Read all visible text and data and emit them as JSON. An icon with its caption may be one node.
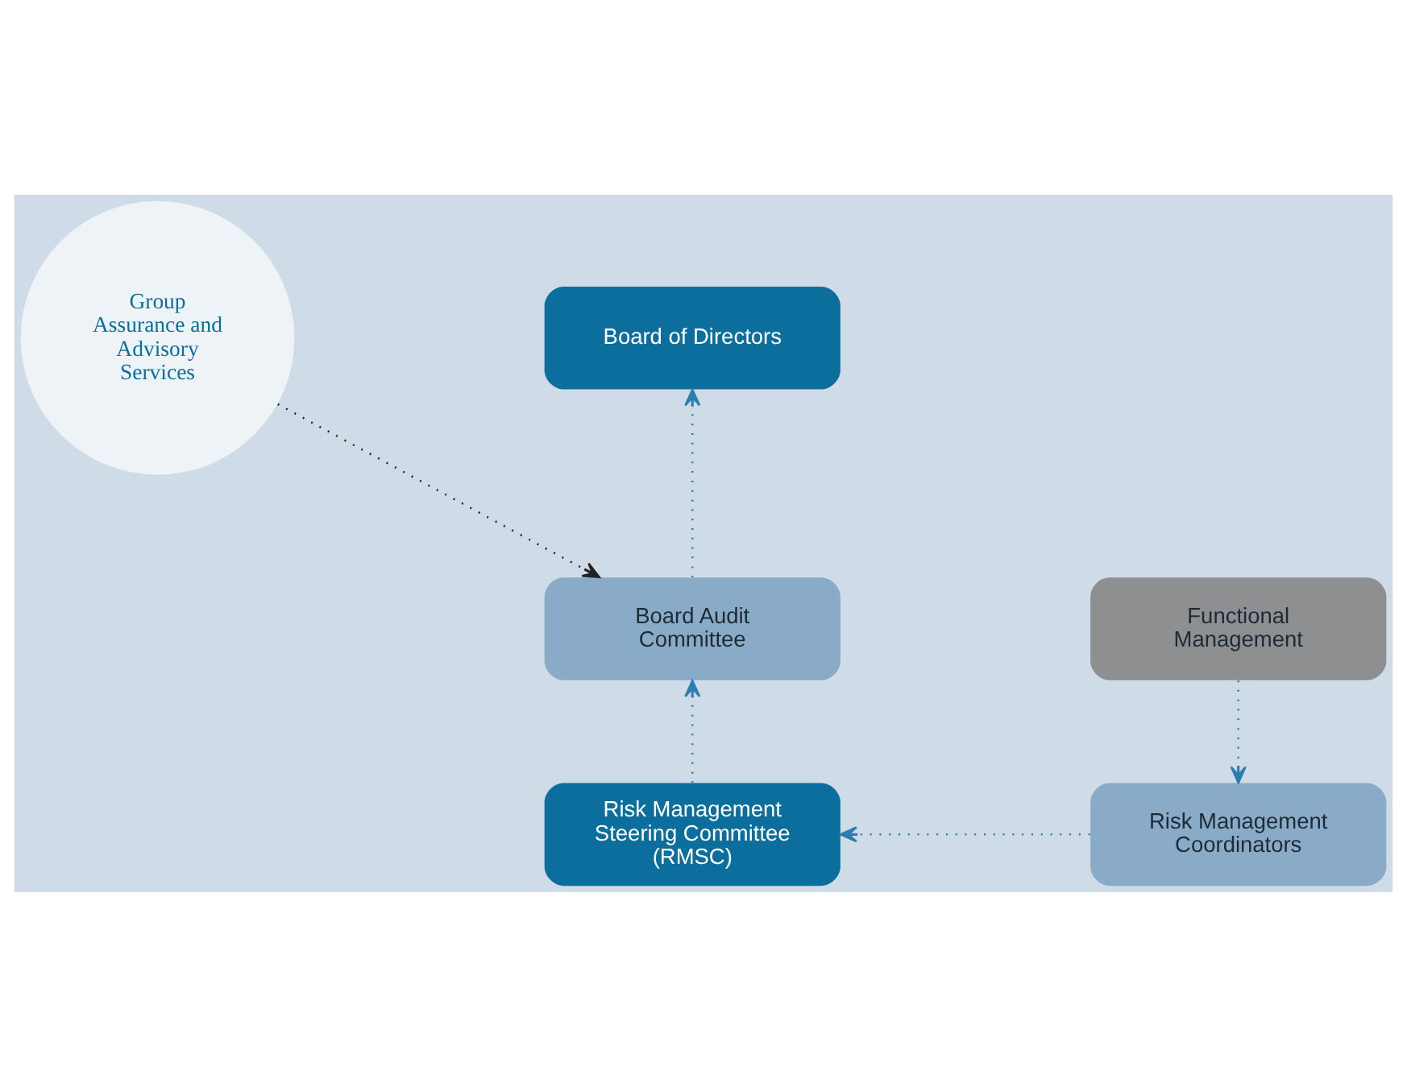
{
  "diagram": {
    "nodes": [
      {
        "text": [
          "Board of Directors"
        ]
      },
      {
        "text": [
          "Group Assurance and Advisory Services"
        ]
      },
      {
        "text": [
          "Board Audit Committee"
        ]
      },
      {
        "text": [
          "Functional Management"
        ]
      },
      {
        "text": [
          "Risk Management Steering Committee (RMSC)"
        ]
      },
      {
        "text": [
          "Risk Management Coordinators"
        ]
      }
    ],
    "edges": [
      {
        "from": 2,
        "to": 0,
        "arrow": "to"
      },
      {
        "from": 1,
        "to": 2,
        "arrow": "to",
        "color": "#222222"
      },
      {
        "from": 4,
        "to": 2,
        "arrow": "to"
      },
      {
        "from": 3,
        "to": 5,
        "arrow": "to"
      },
      {
        "from": 5,
        "to": 4,
        "arrow": "to"
      }
    ]
  }
}
